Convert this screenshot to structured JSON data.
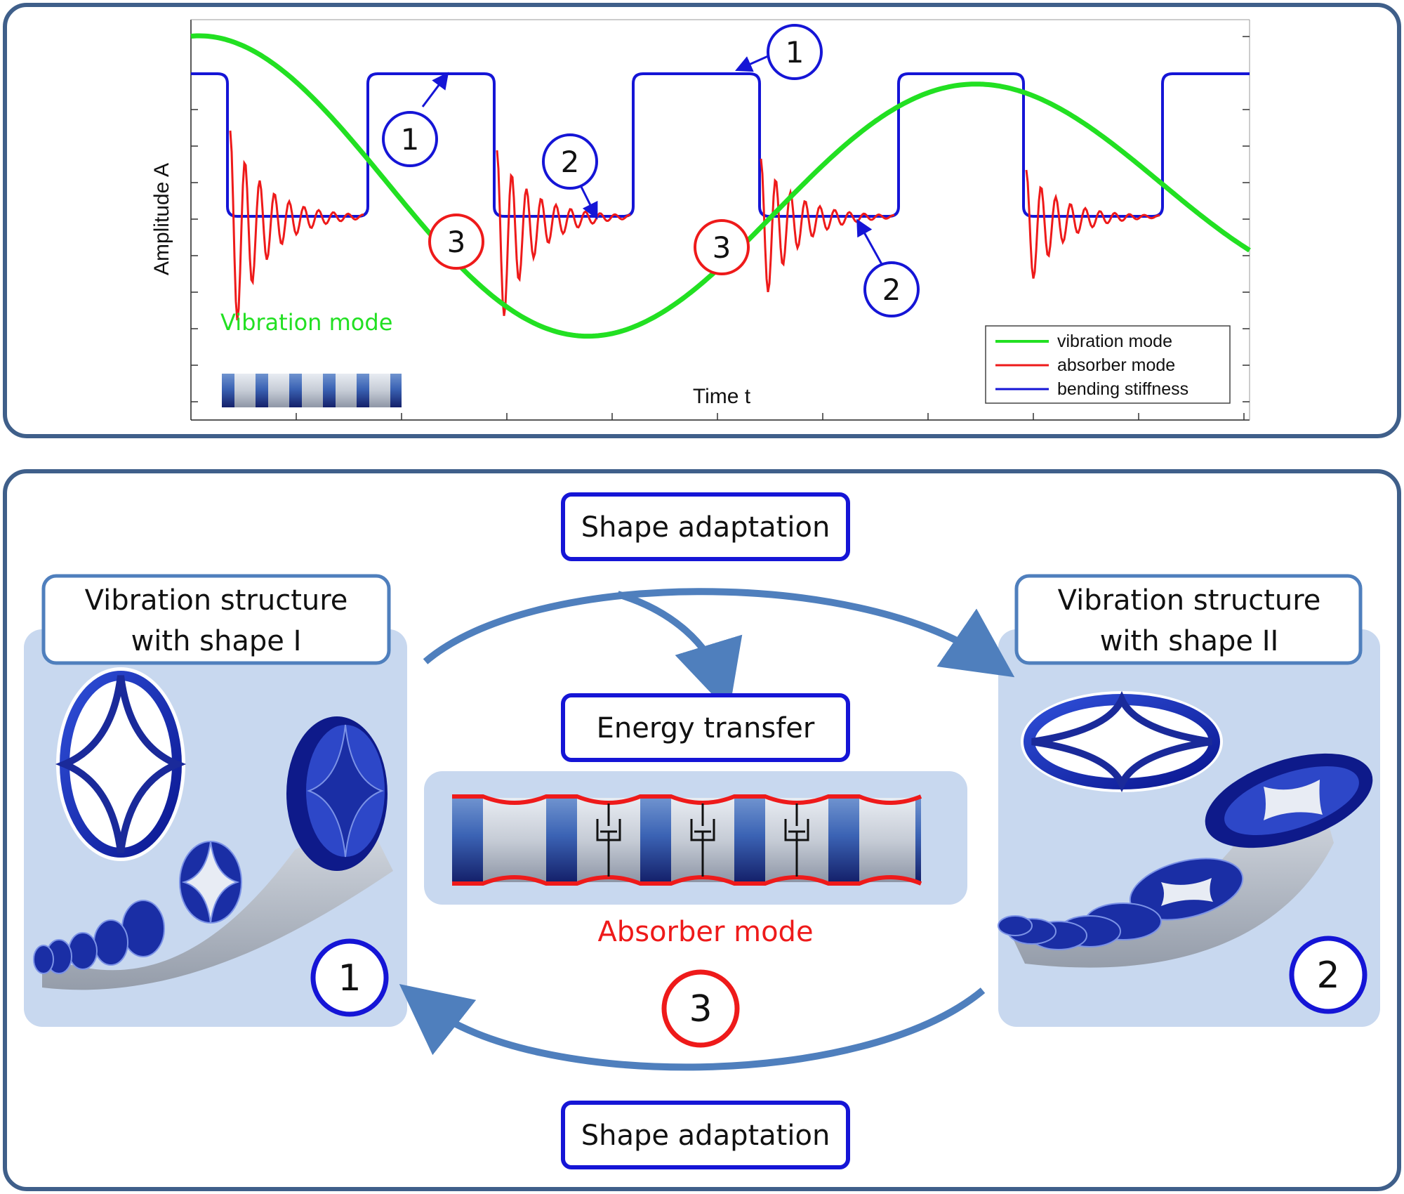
{
  "colors": {
    "frame": "#3f5f8a",
    "vibration": "#22e022",
    "absorber": "#ee1a1a",
    "stiffness": "#1515d6",
    "arrow": "#4f7fbd",
    "box_border_blue": "#1515d6",
    "box_border_light": "#4f7fbd",
    "card_bg": "#c8d8ef"
  },
  "chart": {
    "ylabel": "Amplitude A",
    "xlabel": "Time t",
    "curve_label": "Vibration mode",
    "legend": [
      "vibration mode",
      "absorber mode",
      "bending stiffness"
    ],
    "markers": [
      {
        "text": "1",
        "kind": "blue"
      },
      {
        "text": "1",
        "kind": "blue"
      },
      {
        "text": "2",
        "kind": "blue"
      },
      {
        "text": "2",
        "kind": "blue"
      },
      {
        "text": "3",
        "kind": "red"
      },
      {
        "text": "3",
        "kind": "red"
      }
    ]
  },
  "diagram": {
    "top_label": "Shape adaptation",
    "bottom_label": "Shape adaptation",
    "left_title_line1": "Vibration structure",
    "left_title_line2": "with shape I",
    "right_title_line1": "Vibration structure",
    "right_title_line2": "with shape II",
    "center_label": "Energy transfer",
    "absorber_label": "Absorber mode",
    "left_badge": "1",
    "right_badge": "2",
    "center_badge": "3"
  }
}
